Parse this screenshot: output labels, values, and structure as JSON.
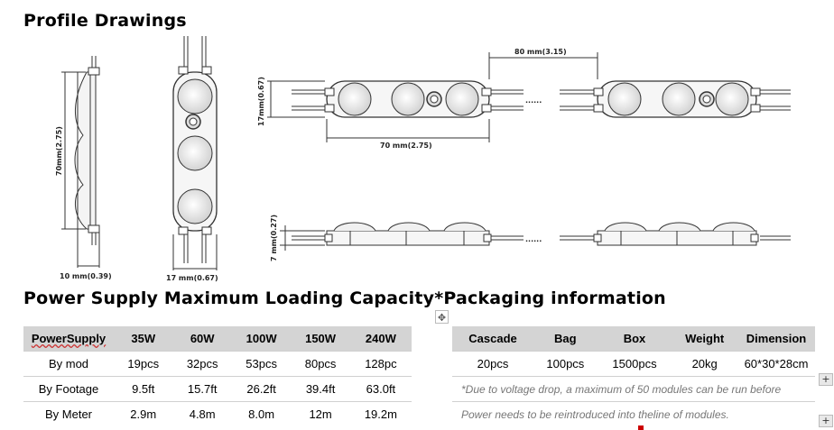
{
  "headings": {
    "profile": "Profile Drawings",
    "power": "Power Supply Maximum Loading Capacity*Packaging information"
  },
  "dimensions": {
    "side_height": "70mm(2.75)",
    "side_depth": "10 mm(0.39)",
    "front_width": "17 mm(0.67)",
    "top_width": "17mm(0.67)",
    "top_length": "70 mm(2.75)",
    "spacing": "80 mm(3.15)",
    "profile_height": "7 mm(0.27)",
    "ellipsis": "......"
  },
  "table1": {
    "headers": [
      "PowerSupply",
      "35W",
      "60W",
      "100W",
      "150W",
      "240W"
    ],
    "rows": [
      [
        "By mod",
        "19pcs",
        "32pcs",
        "53pcs",
        "80pcs",
        "128pc"
      ],
      [
        "By Footage",
        "9.5ft",
        "15.7ft",
        "26.2ft",
        "39.4ft",
        "63.0ft"
      ],
      [
        "By Meter",
        "2.9m",
        "4.8m",
        "8.0m",
        "12m",
        "19.2m"
      ]
    ]
  },
  "table2": {
    "headers": [
      "Cascade",
      "Bag",
      "Box",
      "Weight",
      "Dimension"
    ],
    "row": [
      "20pcs",
      "100pcs",
      "1500pcs",
      "20kg",
      "60*30*28cm"
    ],
    "note1": "*Due to voltage drop, a maximum of 50 modules can be run before",
    "note2": "Power needs to be reintroduced into theline of modules."
  },
  "icons": {
    "move": "move-icon",
    "plus": "plus-icon",
    "minus": "minus-icon"
  }
}
